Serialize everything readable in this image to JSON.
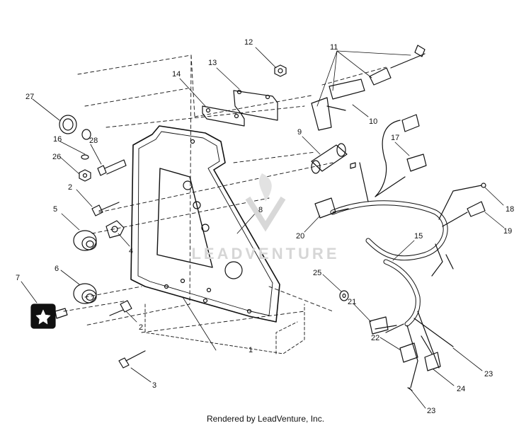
{
  "diagram": {
    "watermark_text": "LEADVENTURE",
    "footer_text": "Rendered by LeadVenture, Inc.",
    "callouts": [
      "1",
      "2",
      "2",
      "3",
      "4",
      "5",
      "6",
      "7",
      "8",
      "9",
      "10",
      "11",
      "12",
      "13",
      "14",
      "15",
      "16",
      "17",
      "18",
      "19",
      "20",
      "21",
      "22",
      "23",
      "23",
      "24",
      "25",
      "26",
      "27",
      "28"
    ]
  }
}
